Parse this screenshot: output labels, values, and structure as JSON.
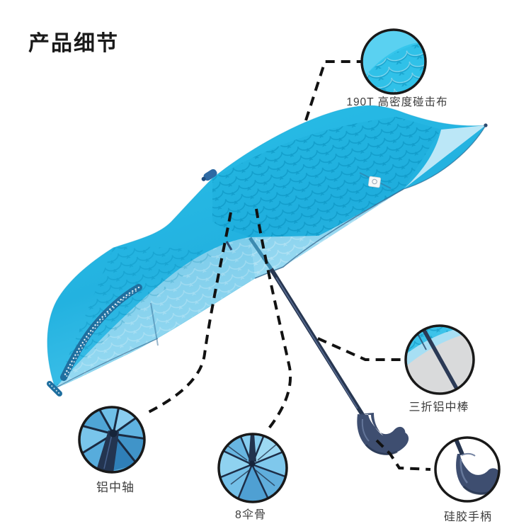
{
  "page": {
    "title": "产品细节"
  },
  "callouts": [
    {
      "id": "fabric",
      "label": "190T 高密度碰击布"
    },
    {
      "id": "shaft",
      "label": "三折铝中棒"
    },
    {
      "id": "center-pole",
      "label": "铝中轴"
    },
    {
      "id": "ribs",
      "label": "8伞骨"
    },
    {
      "id": "handle",
      "label": "硅胶手柄"
    }
  ],
  "colors": {
    "bg": "#ffffff",
    "text_dark": "#1a1a1a",
    "label_gray": "#3c3c3c",
    "dash_black": "#121212",
    "callout_stroke": "#191919",
    "canopy_bright": "#2bc2ea",
    "canopy_deep": "#23b2e0",
    "canopy_light": "#a2def4",
    "canopy_mid": "#7fcbe9",
    "canopy_pale": "#c4eaf8",
    "frame_navy": "#273650",
    "handle_navy": "#3e4e70",
    "detail_gray": "#d9dadb",
    "underside_blue": "#57acdc",
    "dot_band_teal": "#1f6f9f",
    "ferrule_blue": "#2e6aa3"
  }
}
